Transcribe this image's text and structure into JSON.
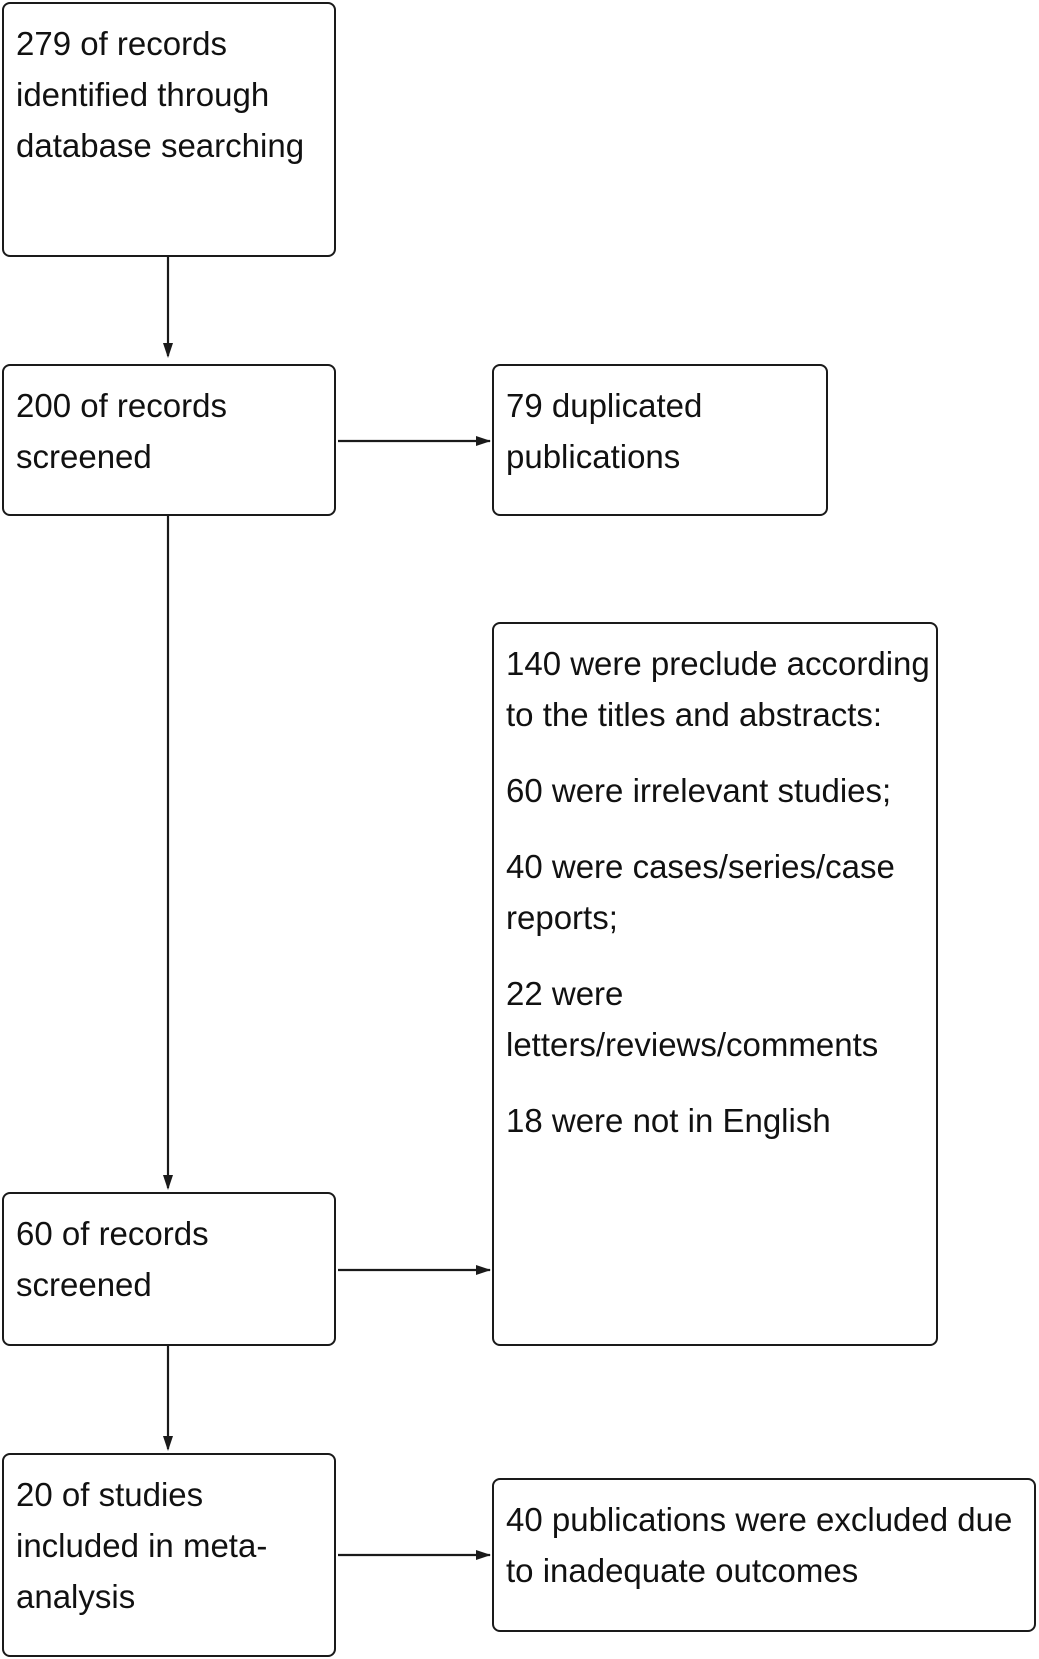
{
  "boxes": {
    "identified": "279 of records identified through database searching",
    "screened_200": "200 of records screened",
    "duplicated": "79 duplicated publications",
    "screened_60": "60 of records screened",
    "included": "20 of studies included in meta-analysis",
    "excluded_outcomes": "40 publications were excluded due to inadequate outcomes"
  },
  "precluded": {
    "intro": "140 were preclude according to the titles and abstracts:",
    "reasons": [
      "60 were irrelevant studies;",
      "40 were cases/series/case reports;",
      "22 were letters/reviews/comments",
      "18 were not in English"
    ]
  }
}
